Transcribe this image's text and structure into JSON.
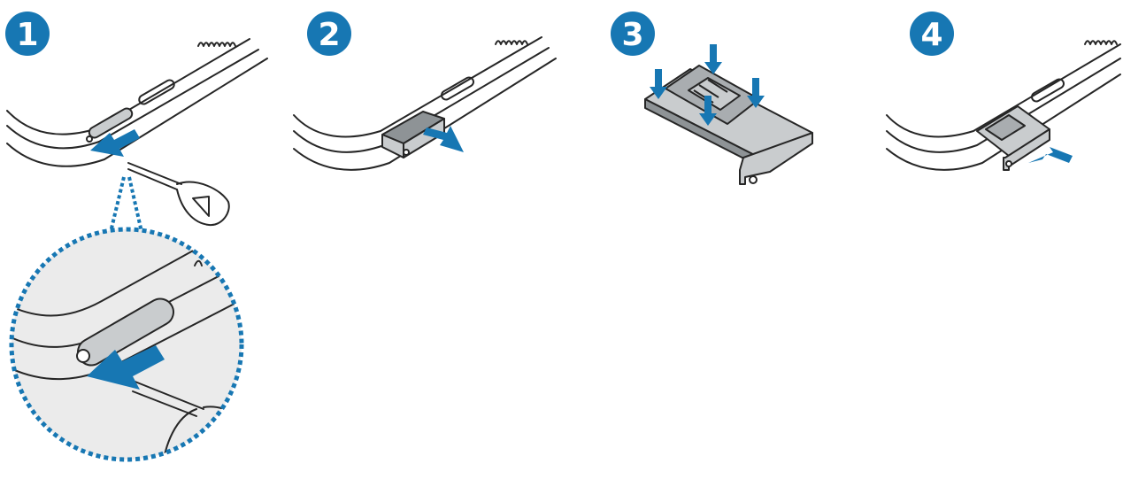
{
  "colors": {
    "accent": "#1777b3",
    "line": "#262626",
    "metal": "#c9ccce",
    "metal_dark": "#8e9396",
    "chip": "#a9adb0",
    "zoom_fill": "#ebebeb"
  },
  "steps": [
    {
      "number": "1",
      "icon": "sim-pin-insert-icon"
    },
    {
      "number": "2",
      "icon": "tray-pull-out-icon"
    },
    {
      "number": "3",
      "icon": "sim-card-placement-icon"
    },
    {
      "number": "4",
      "icon": "tray-push-in-icon"
    }
  ]
}
